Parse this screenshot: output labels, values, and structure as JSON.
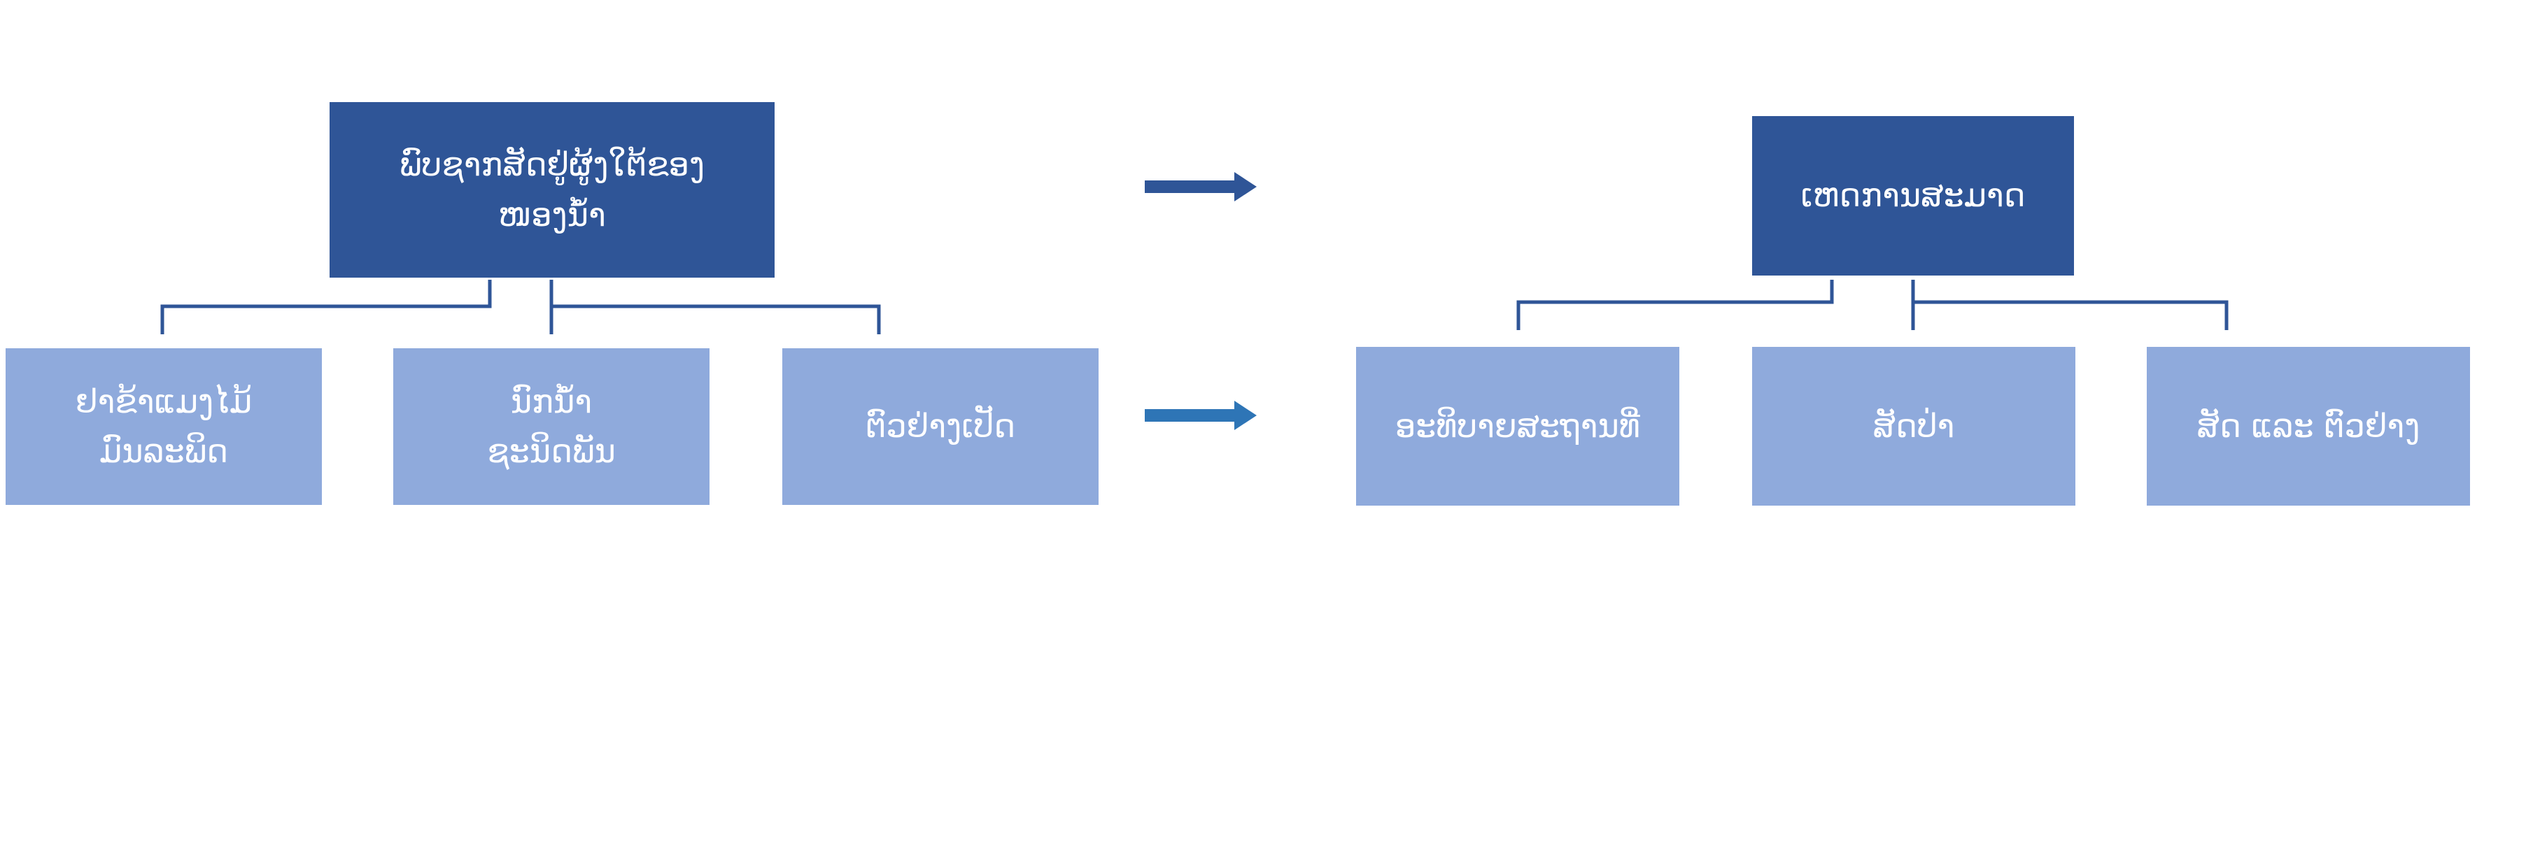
{
  "diagram": {
    "left": {
      "root": "ພົບຊາກສັດຢູ່ຜູ້ງໃຕ້ຂອງໜອງນ້ຳ",
      "children": [
        "ຢາຂ້າແມງໄມ້\nມົນລະພິດ",
        "ນົກນ້ຳ\nຊະນິດພັນ",
        "ຕົວຢ່າງເປັດ"
      ]
    },
    "right": {
      "root": "ເຫດການສະມາດ",
      "children": [
        "ອະທິບາຍສະຖານທີ່",
        "ສັດປ່າ",
        "ສັດ ແລະ ຕົວຢ່າງ"
      ]
    },
    "colors": {
      "root": "#2f5597",
      "child": "#8faadc",
      "connector": "#2f5597",
      "arrow_top": "#2f5597",
      "arrow_bottom": "#2e75b6"
    }
  }
}
